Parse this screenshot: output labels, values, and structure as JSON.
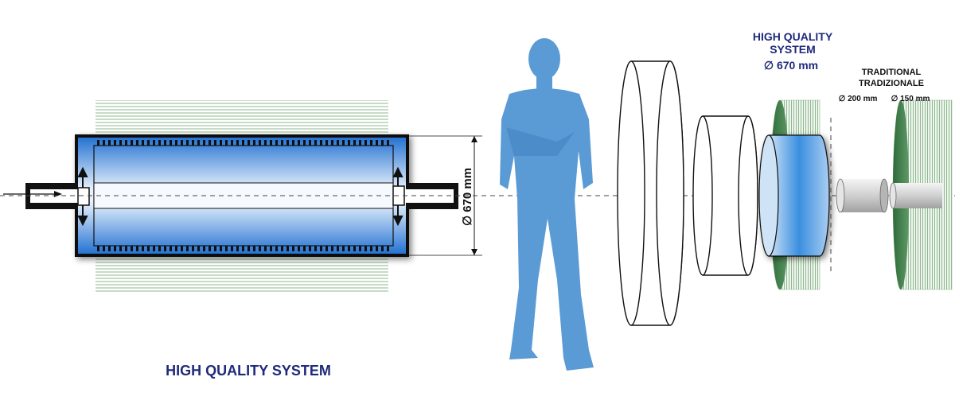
{
  "main_caption": "HIGH QUALITY SYSTEM",
  "dimension_label": "∅ 670 mm",
  "hq_header": {
    "line1": "HIGH QUALITY",
    "line2": "SYSTEM",
    "diameter": "∅ 670 mm"
  },
  "traditional_header": {
    "line1": "TRADITIONAL",
    "line2": "TRADIZIONALE",
    "diameter_small": "∅ 200 mm",
    "diameter_smaller": "∅ 150 mm"
  },
  "colors": {
    "navy_text": "#1f2a7a",
    "silhouette": "#5b9bd5",
    "roller_blue": "#3a8fe0",
    "green_stripes": "#7aa67a",
    "outline": "#111111"
  }
}
